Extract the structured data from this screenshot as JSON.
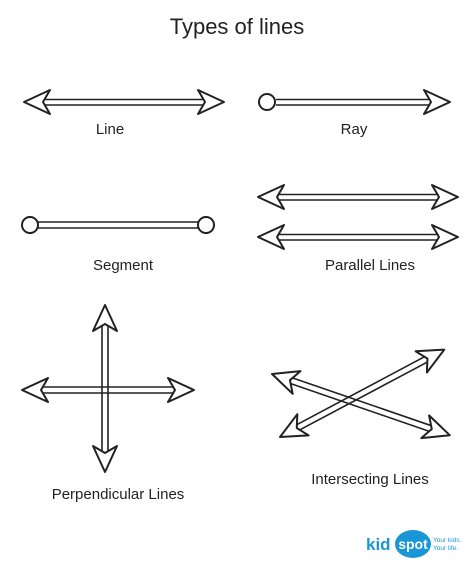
{
  "title": "Types of lines",
  "labels": {
    "line": "Line",
    "ray": "Ray",
    "segment": "Segment",
    "parallel": "Parallel Lines",
    "perpendicular": "Perpendicular Lines",
    "intersecting": "Intersecting Lines"
  },
  "logo": {
    "brand_kid": "kid",
    "brand_spot": "spot",
    "tagline_1": "Your kids.",
    "tagline_2": "Your life."
  },
  "colors": {
    "stroke": "#222222",
    "fill": "#ffffff",
    "logo_blue": "#1a96d6"
  }
}
